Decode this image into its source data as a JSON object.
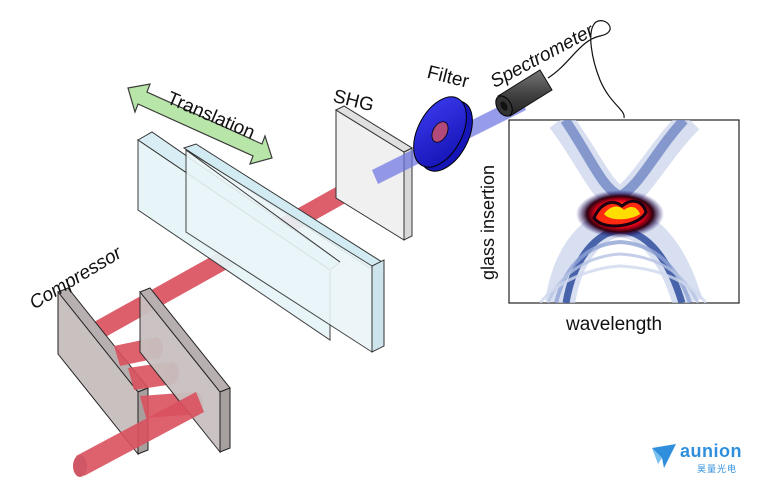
{
  "labels": {
    "translation": "Translation",
    "shg": "SHG",
    "filter": "Filter",
    "spectrometer": "Spectrometer",
    "compressor": "Compressor",
    "wavelength": "wavelength",
    "glass_insertion": "glass insertion"
  },
  "logo": {
    "brand": "aunion",
    "subtitle": "昊量光电"
  },
  "colors": {
    "beam_red": "#d9515e",
    "beam_blue": "#6a72e0",
    "filter_blue": "#2525d8",
    "arrow_green": "#b8e6a8",
    "grating_gray": "#c9c0c0",
    "glass_tint": "#e6f4f8",
    "logo_blue": "#2f8fdc"
  },
  "icons": [
    "double-arrow-icon",
    "aunion-logo-icon"
  ]
}
